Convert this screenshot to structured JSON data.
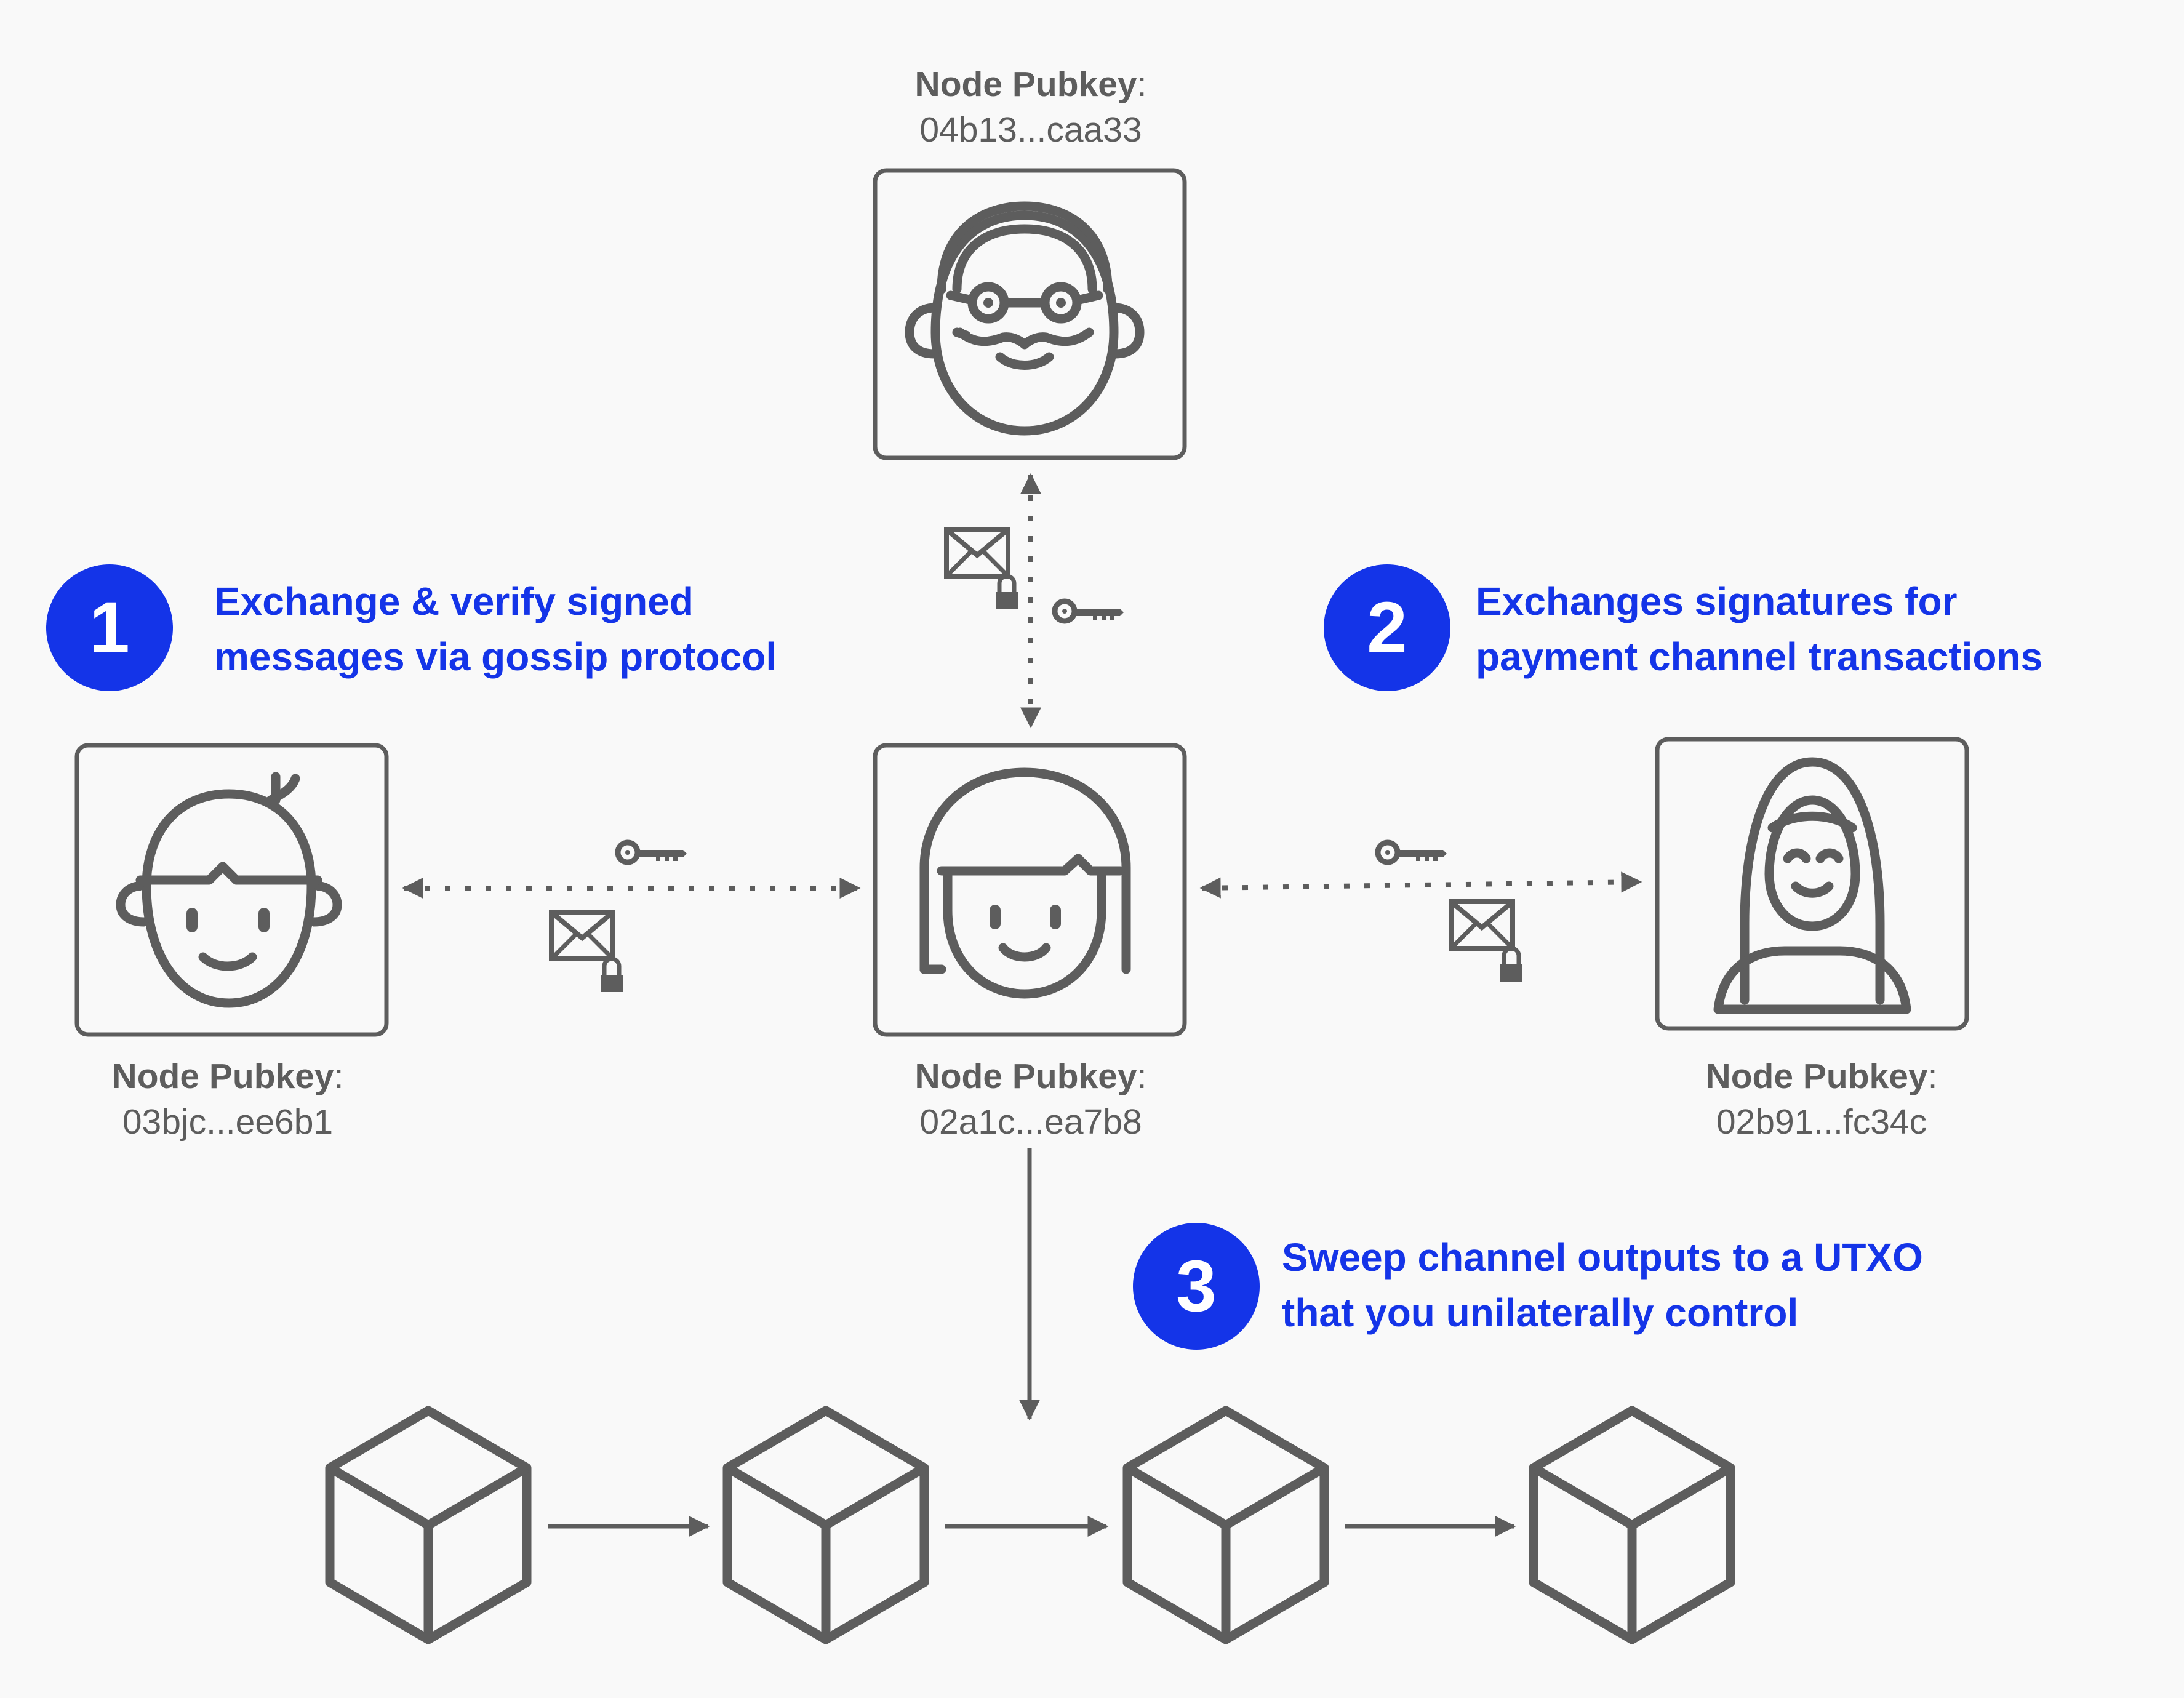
{
  "nodes": {
    "top": {
      "label": "Node Pubkey",
      "colon": ":",
      "key": "04b13...caa33"
    },
    "left": {
      "label": "Node Pubkey",
      "colon": ":",
      "key": "03bjc...ee6b1"
    },
    "center": {
      "label": "Node Pubkey",
      "colon": ":",
      "key": "02a1c...ea7b8"
    },
    "right": {
      "label": "Node Pubkey",
      "colon": ":",
      "key": "02b91...fc34c"
    }
  },
  "steps": [
    {
      "number": "1",
      "line1": "Exchange & verify signed",
      "line2": "messages via gossip protocol"
    },
    {
      "number": "2",
      "line1": "Exchanges signatures for",
      "line2": "payment channel transactions"
    },
    {
      "number": "3",
      "line1": "Sweep channel outputs to a UTXO",
      "line2": "that you unilaterally control"
    }
  ],
  "colors": {
    "accent": "#1434e8",
    "stroke": "#5d5d5d",
    "background": "#f9f9f9"
  },
  "icons": [
    "old-man-avatar-icon",
    "boy-avatar-icon",
    "woman-avatar-icon",
    "hijab-woman-avatar-icon",
    "envelope-lock-icon",
    "key-icon",
    "block-cube-icon"
  ]
}
